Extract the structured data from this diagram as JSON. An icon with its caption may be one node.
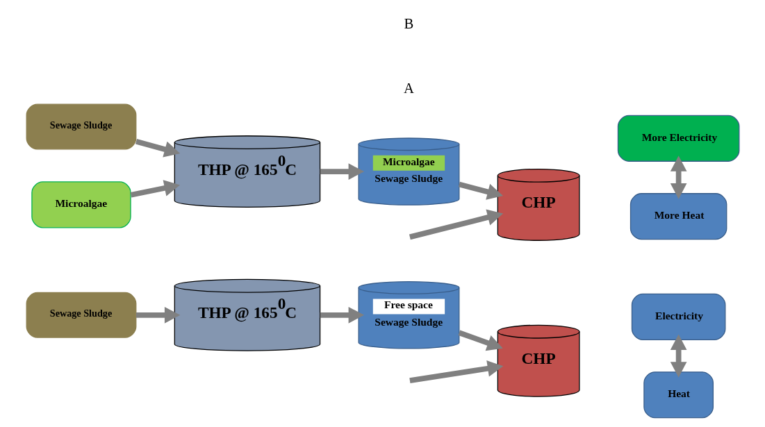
{
  "diagram": {
    "nodes": [
      {
        "text": [
          "Sewage Sludge"
        ]
      },
      {
        "text": [
          "THP @ 165$^{0}$C"
        ]
      },
      {
        "text": [
          "Free space",
          "Sewage Sludge"
        ]
      },
      {
        "text": [
          "CHP"
        ]
      },
      {
        "text": [
          "Electricity"
        ]
      },
      {
        "text": [
          "Heat"
        ]
      },
      {
        "text": [
          "Sewage Sludge"
        ]
      },
      {
        "text": [
          "Microalgae"
        ]
      },
      {
        "text": [
          "THP @ 165$^{0}$C"
        ]
      },
      {
        "text": [
          "Microalgae",
          "Sewage Sludge"
        ]
      },
      {
        "text": [
          "CHP"
        ]
      },
      {
        "text": [
          "More Electricity"
        ]
      },
      {
        "text": [
          "More Heat"
        ]
      }
    ],
    "edges": [
      {
        "from": 0,
        "to": 1,
        "arrow": "to"
      },
      {
        "from": 1,
        "to": 2,
        "arrow": "to"
      },
      {
        "from": 2,
        "to": 3,
        "arrow": "to"
      },
      {
        "from": 4,
        "to": 5,
        "arrow": "both"
      },
      {
        "from": null,
        "to": 3,
        "arrow": "to"
      },
      {
        "from": 6,
        "to": 8,
        "arrow": "to"
      },
      {
        "from": 7,
        "to": 8,
        "arrow": "to"
      },
      {
        "from": 8,
        "to": 9,
        "arrow": "to"
      },
      {
        "from": 9,
        "to": 10,
        "arrow": "to"
      },
      {
        "from": 11,
        "to": 12,
        "arrow": "both"
      },
      {
        "from": null,
        "to": 10,
        "arrow": "to"
      }
    ],
    "labels": [
      "A",
      "B"
    ]
  }
}
